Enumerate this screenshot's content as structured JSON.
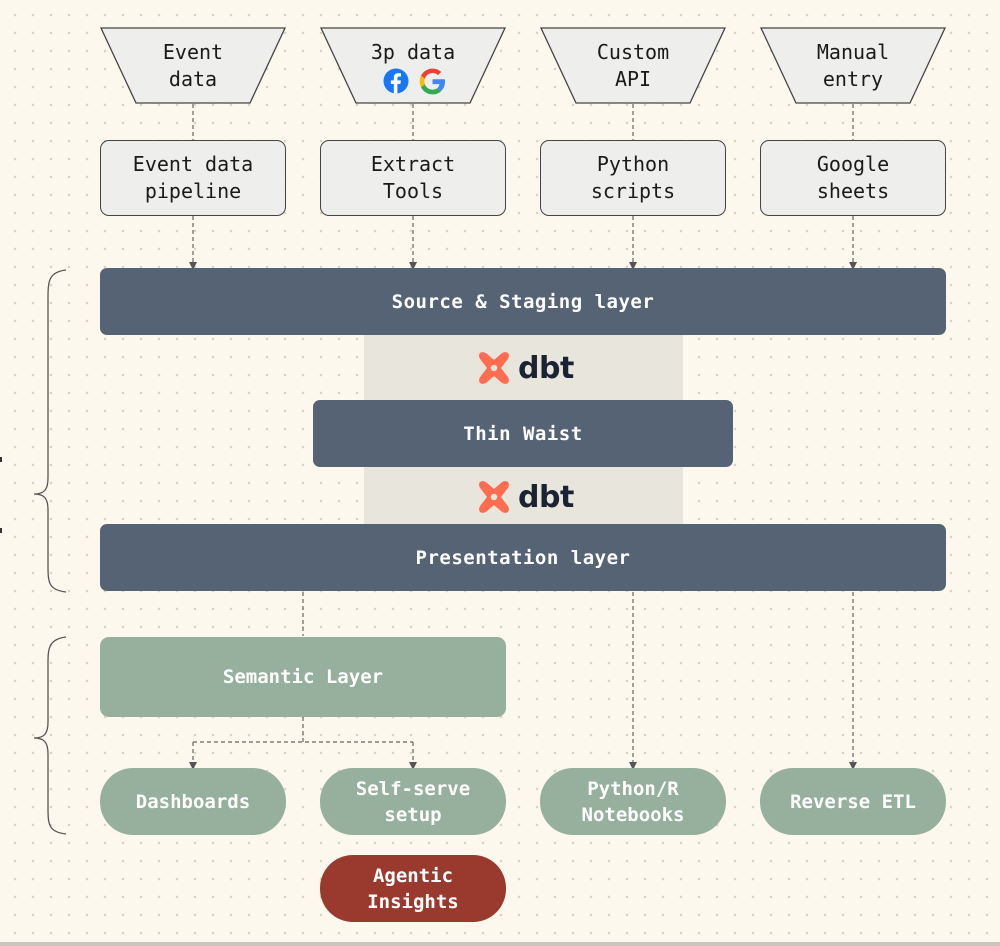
{
  "sources": [
    {
      "label": "Event\ndata"
    },
    {
      "label": "3p data",
      "logos": [
        "facebook-logo",
        "google-logo"
      ]
    },
    {
      "label": "Custom\nAPI"
    },
    {
      "label": "Manual\nentry"
    }
  ],
  "tools": [
    {
      "label": "Event data\npipeline"
    },
    {
      "label": "Extract\nTools"
    },
    {
      "label": "Python\nscripts"
    },
    {
      "label": "Google\nsheets"
    }
  ],
  "layers": {
    "source_staging": "Source & Staging layer",
    "thin_waist": "Thin Waist",
    "presentation": "Presentation layer",
    "semantic": "Semantic Layer"
  },
  "dbt_logo_text": "dbt",
  "outputs": [
    {
      "label": "Dashboards"
    },
    {
      "label": "Self-serve\nsetup"
    },
    {
      "label": "Python/R\nNotebooks"
    },
    {
      "label": "Reverse ETL"
    }
  ],
  "agentic": {
    "label": "Agentic\nInsights"
  },
  "colors": {
    "dark_bar": "#566374",
    "sage": "#97b09d",
    "agentic_red": "#9a3a2e",
    "dbt_orange": "#fe6d50",
    "background": "#fcf8ed"
  }
}
